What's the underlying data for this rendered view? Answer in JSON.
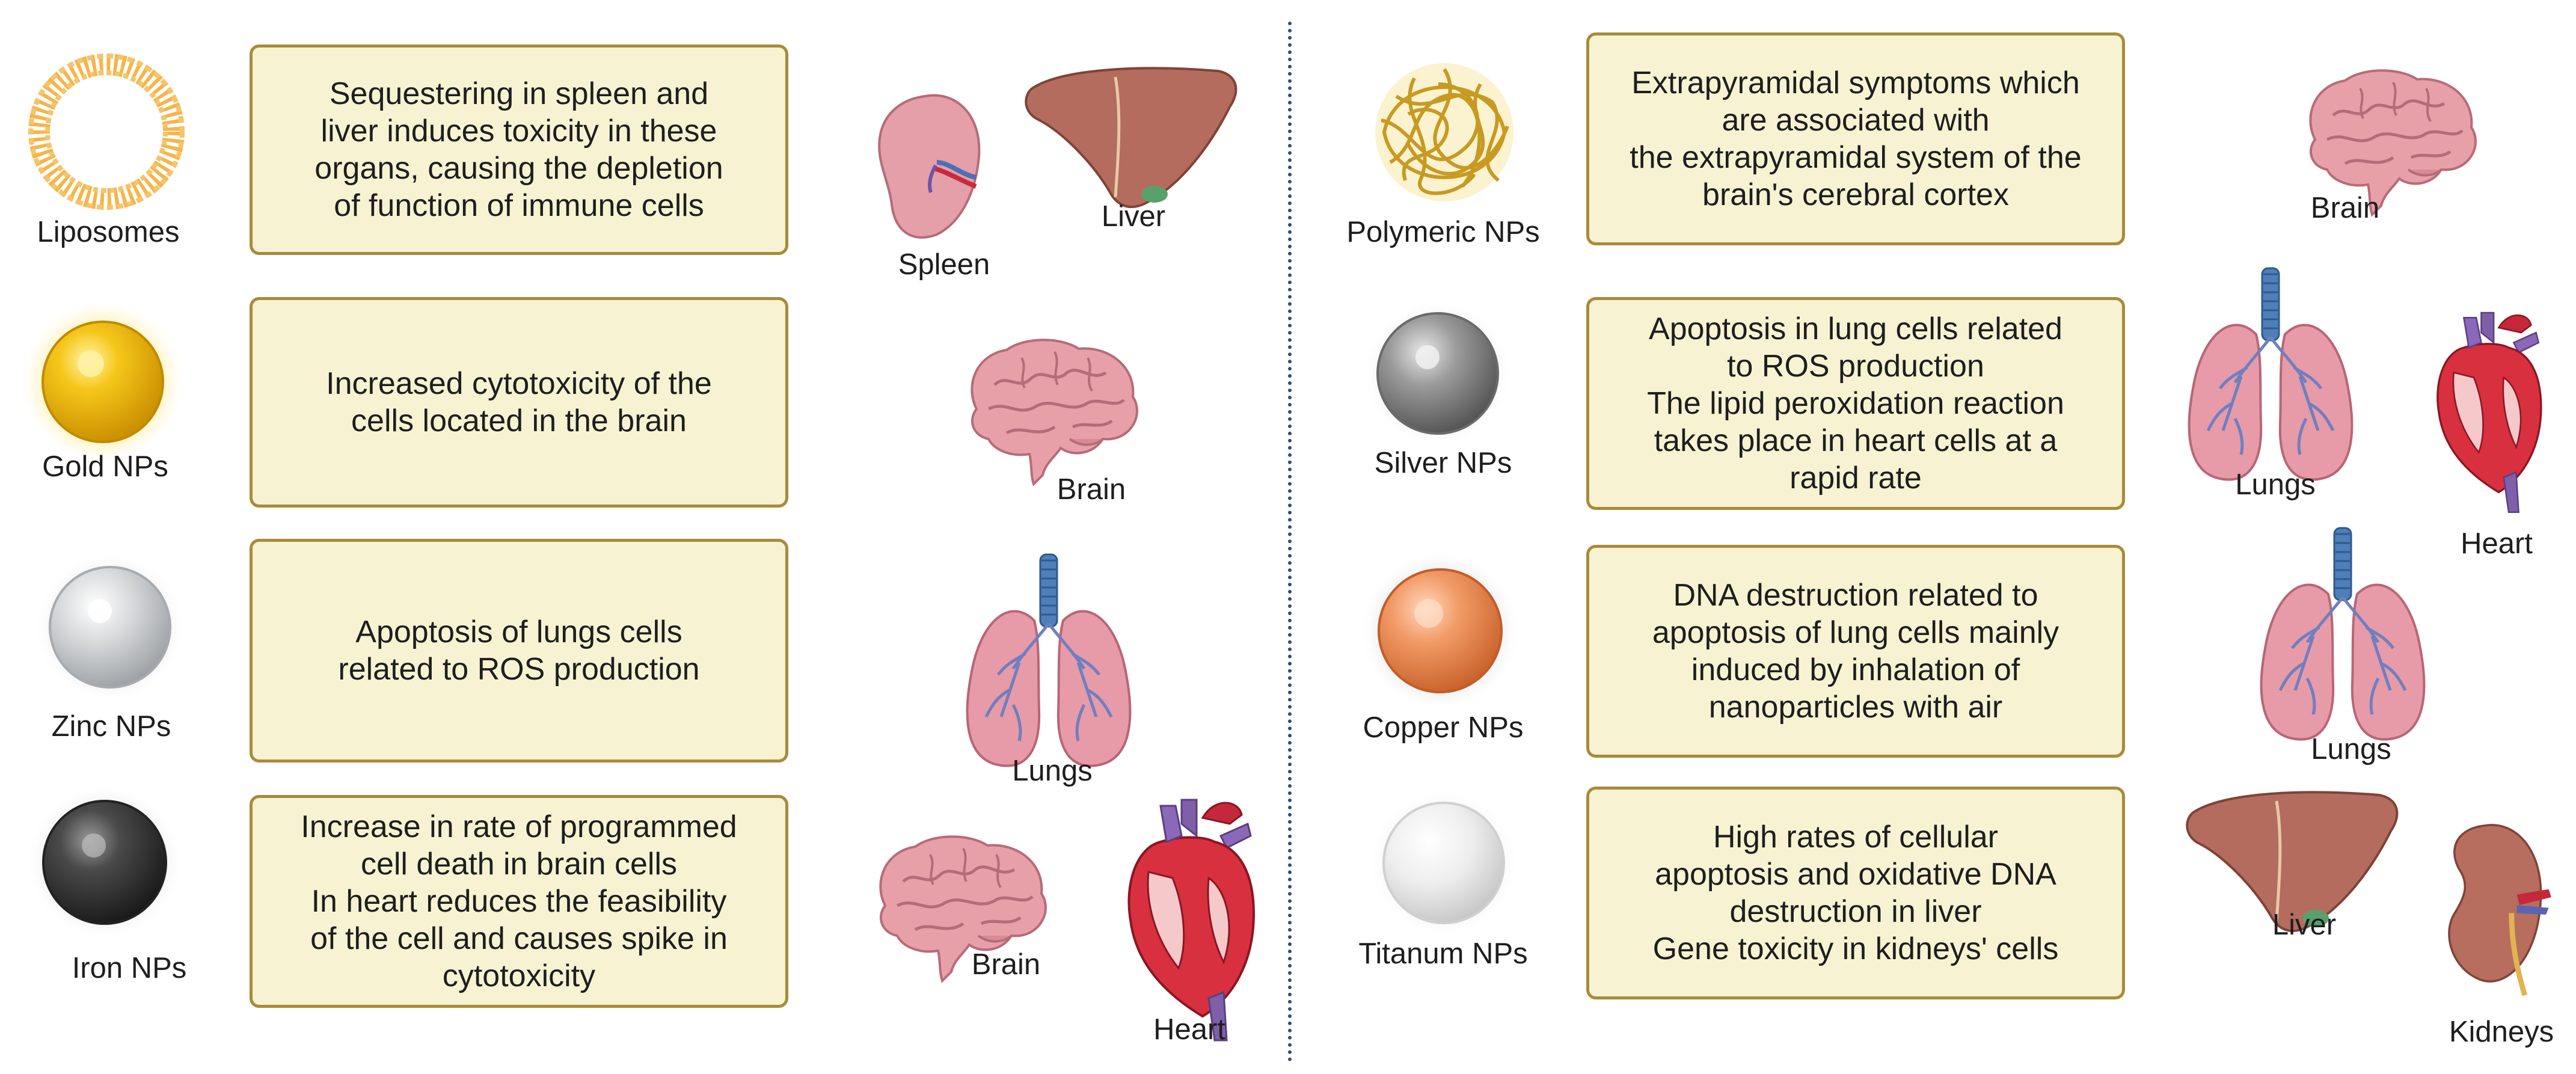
{
  "colors": {
    "box_fill": "#f7f3d2",
    "box_border": "#a88b3a",
    "divider": "#2e4d7c"
  },
  "left": {
    "rows": [
      {
        "np_icon": "liposome-icon",
        "np_label": "Liposomes",
        "effect_lines": [
          "Sequestering in spleen and",
          "liver induces toxicity in these",
          "organs, causing the depletion",
          "of function of immune cells"
        ],
        "organs": [
          "Spleen",
          "Liver"
        ]
      },
      {
        "np_icon": "gold-sphere-icon",
        "np_label": "Gold NPs",
        "effect_lines": [
          "Increased cytotoxicity of the",
          "cells located in the brain"
        ],
        "organs": [
          "Brain"
        ]
      },
      {
        "np_icon": "zinc-sphere-icon",
        "np_label": "Zinc NPs",
        "effect_lines": [
          "Apoptosis of lungs cells",
          "related to ROS production"
        ],
        "organs": [
          "Lungs"
        ]
      },
      {
        "np_icon": "iron-sphere-icon",
        "np_label": "Iron NPs",
        "effect_lines": [
          "Increase in rate of programmed",
          "cell death in brain cells",
          "In heart reduces the feasibility",
          "of the cell and causes spike in",
          "cytotoxicity"
        ],
        "organs": [
          "Brain",
          "Heart"
        ]
      }
    ]
  },
  "right": {
    "rows": [
      {
        "np_icon": "polymeric-np-icon",
        "np_label": "Polymeric NPs",
        "effect_lines": [
          "Extrapyramidal symptoms  which",
          "are associated with",
          "the extrapyramidal system of the",
          "brain's cerebral cortex"
        ],
        "organs": [
          "Brain"
        ]
      },
      {
        "np_icon": "silver-sphere-icon",
        "np_label": "Silver NPs",
        "effect_lines": [
          "Apoptosis in lung cells related",
          "to ROS production",
          "The lipid peroxidation reaction",
          "takes place in heart cells at a",
          "rapid rate"
        ],
        "organs": [
          "Lungs",
          "Heart"
        ]
      },
      {
        "np_icon": "copper-sphere-icon",
        "np_label": "Copper NPs",
        "effect_lines": [
          "DNA destruction related to",
          "apoptosis of lung cells mainly",
          "induced by inhalation of",
          "nanoparticles with air"
        ],
        "organs": [
          "Lungs"
        ]
      },
      {
        "np_icon": "titanium-sphere-icon",
        "np_label": "Titanum NPs",
        "effect_lines": [
          "High rates of cellular",
          "apoptosis and oxidative DNA",
          "destruction in liver",
          "Gene toxicity in kidneys' cells"
        ],
        "organs": [
          "Liver",
          "Kidneys"
        ]
      }
    ]
  }
}
